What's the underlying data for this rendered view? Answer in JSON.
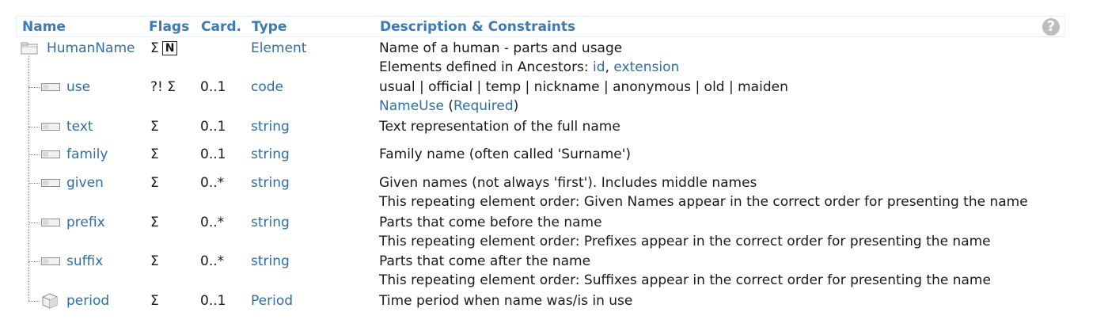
{
  "header": {
    "name": "Name",
    "flags": "Flags",
    "card": "Card.",
    "type": "Type",
    "desc": "Description & Constraints",
    "help_glyph": "?"
  },
  "root": {
    "name": "HumanName",
    "flags": "Σ",
    "flag_box": "N",
    "type": "Element",
    "desc": "Name of a human - parts and usage",
    "ancestors_prefix": "Elements defined in Ancestors: ",
    "ancestor_1": "id",
    "ancestor_sep": ", ",
    "ancestor_2": "extension"
  },
  "rows": [
    {
      "name": "use",
      "flags": "?! Σ",
      "card": "0..1",
      "type": "code",
      "desc": "usual | official | temp | nickname | anonymous | old | maiden",
      "binding_link": "NameUse",
      "binding_open": " (",
      "binding_strength": "Required",
      "binding_close": ")"
    },
    {
      "name": "text",
      "flags": "Σ",
      "card": "0..1",
      "type": "string",
      "desc": "Text representation of the full name"
    },
    {
      "name": "family",
      "flags": "Σ",
      "card": "0..1",
      "type": "string",
      "desc": "Family name (often called 'Surname')"
    },
    {
      "name": "given",
      "flags": "Σ",
      "card": "0..*",
      "type": "string",
      "desc": "Given names (not always 'first'). Includes middle names",
      "desc2": "This repeating element order: Given Names appear in the correct order for presenting the name"
    },
    {
      "name": "prefix",
      "flags": "Σ",
      "card": "0..*",
      "type": "string",
      "desc": "Parts that come before the name",
      "desc2": "This repeating element order: Prefixes appear in the correct order for presenting the name"
    },
    {
      "name": "suffix",
      "flags": "Σ",
      "card": "0..*",
      "type": "string",
      "desc": "Parts that come after the name",
      "desc2": "This repeating element order: Suffixes appear in the correct order for presenting the name"
    },
    {
      "name": "period",
      "flags": "Σ",
      "card": "0..1",
      "type": "Period",
      "desc": "Time period when name was/is in use"
    }
  ],
  "colors": {
    "link": "#2f6ea8",
    "header": "#3b79b7"
  },
  "icons": {
    "root": "folder-icon",
    "primitive": "primitive-type-icon",
    "datatype": "datatype-cube-icon"
  }
}
